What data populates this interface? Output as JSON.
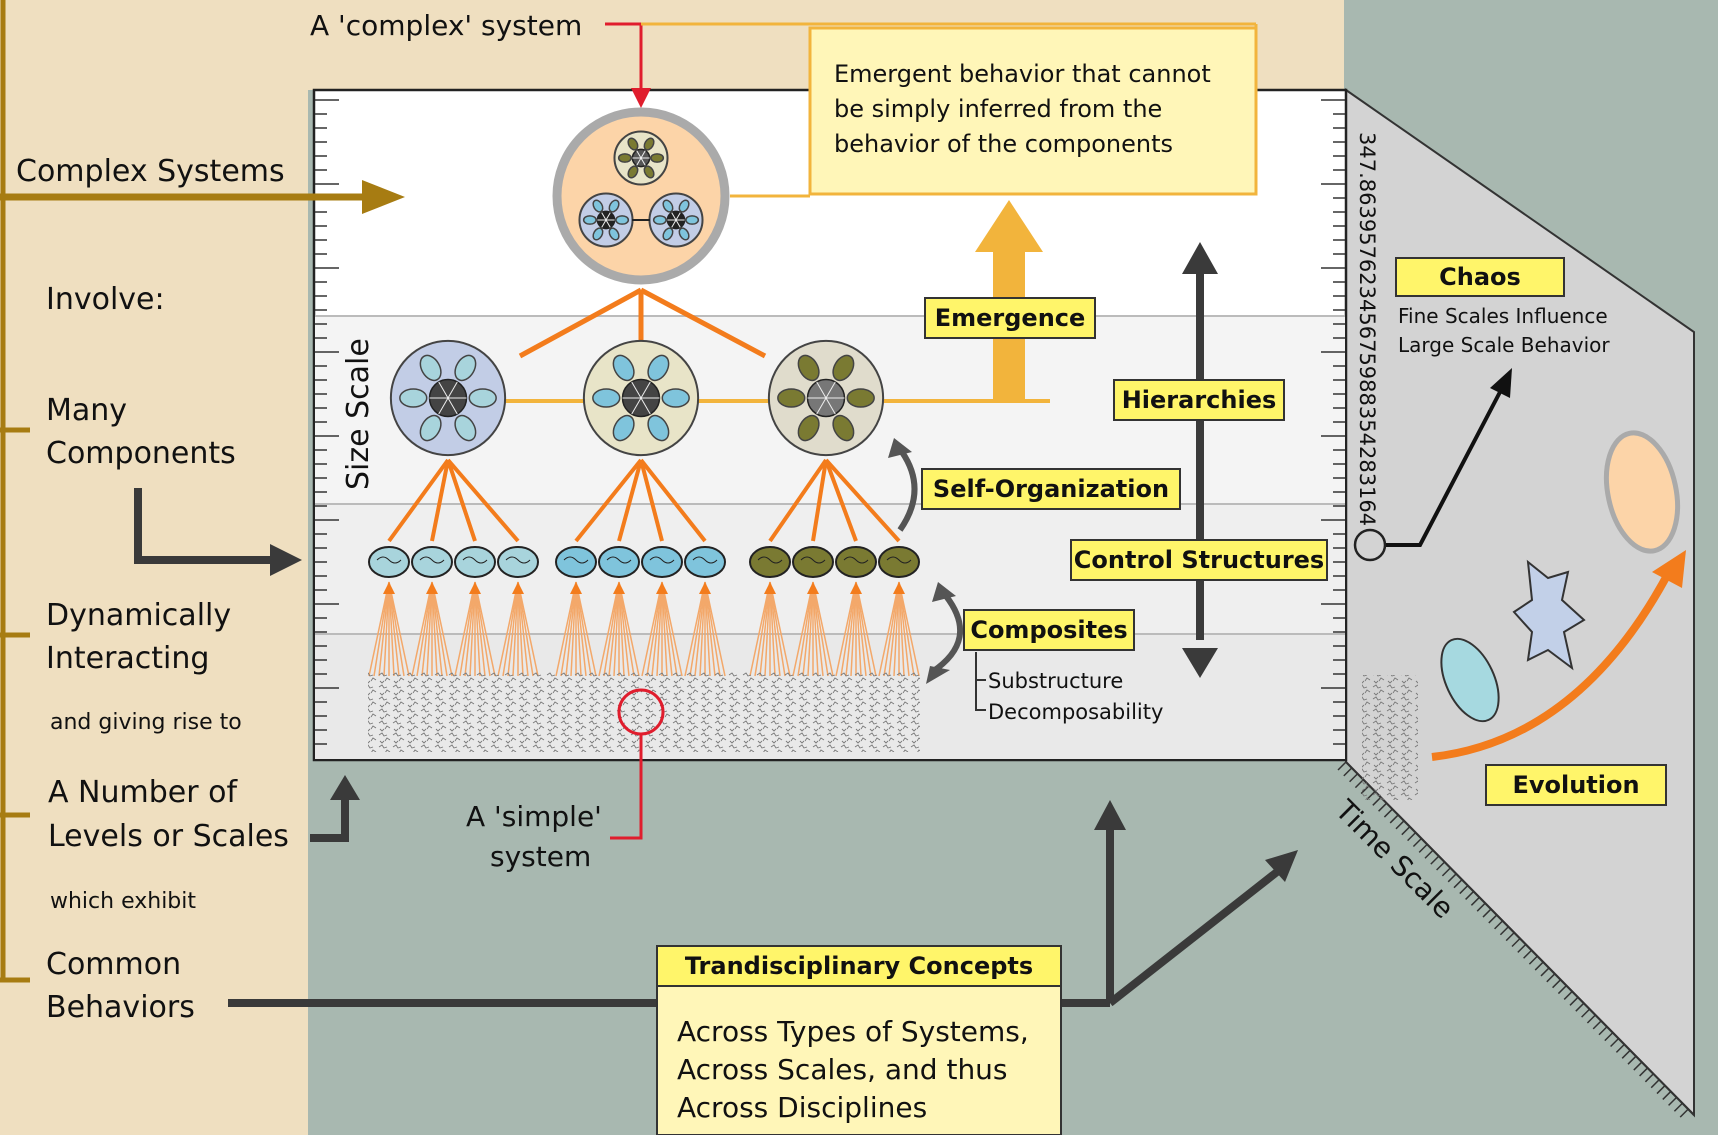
{
  "left_column": {
    "complex_systems": "Complex Systems",
    "involve": "Involve:",
    "many_components_1": "Many",
    "many_components_2": "Components",
    "dynamically_1": "Dynamically",
    "dynamically_2": "Interacting",
    "giving_rise": "and giving rise to",
    "levels_1": "A Number of",
    "levels_2": "Levels or Scales",
    "which_exhibit": "which exhibit",
    "common_1": "Common",
    "common_2": "Behaviors"
  },
  "top": {
    "complex_system_label": "A 'complex' system",
    "emergent_line_1": "Emergent behavior that cannot",
    "emergent_line_2": "be simply inferred from the",
    "emergent_line_3": "behavior of the components"
  },
  "simple_system": {
    "line_1": "A 'simple'",
    "line_2": "system"
  },
  "axes": {
    "size_scale": "Size Scale",
    "time_scale": "Time Scale",
    "digits": "347.86395762345675988354283164"
  },
  "concepts": {
    "emergence": "Emergence",
    "self_organization": "Self-Organization",
    "composites": "Composites",
    "substructure": "Substructure",
    "decomposability": "Decomposability",
    "hierarchies": "Hierarchies",
    "control_structures": "Control Structures",
    "chaos": "Chaos",
    "chaos_sub_1": "Fine Scales Influence",
    "chaos_sub_2": "Large Scale Behavior",
    "evolution": "Evolution"
  },
  "transdisciplinary": {
    "title": "Trandisciplinary Concepts",
    "line_1": "Across Types of Systems,",
    "line_2": "Across Scales, and thus",
    "line_3": "Across Disciplines"
  },
  "colors": {
    "left_panel": "#efdfc0",
    "background": "#a8b8b0",
    "gold": "#a77c12",
    "orange": "#f37c1c",
    "label_yellow": "#fff56a",
    "red": "#e01d2d",
    "dark": "#3a3a3a"
  }
}
